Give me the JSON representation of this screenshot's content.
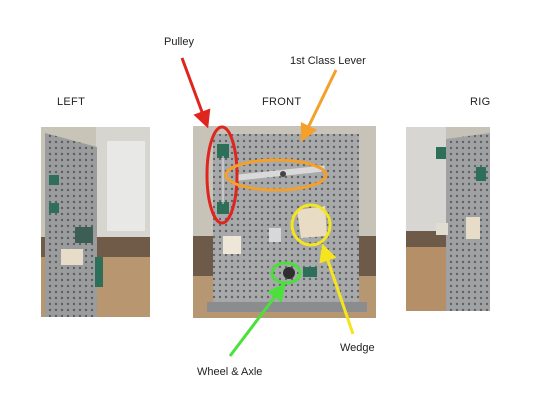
{
  "views": {
    "left": "LEFT",
    "front": "FRONT",
    "right": "RIG"
  },
  "callouts": {
    "pulley": "Pulley",
    "lever": "1st Class Lever",
    "wheel": "Wheel & Axle",
    "wedge": "Wedge"
  },
  "colors": {
    "pulley": "#e0251f",
    "lever": "#f4a02a",
    "wheel": "#4be03b",
    "wedge": "#f5e51e"
  }
}
